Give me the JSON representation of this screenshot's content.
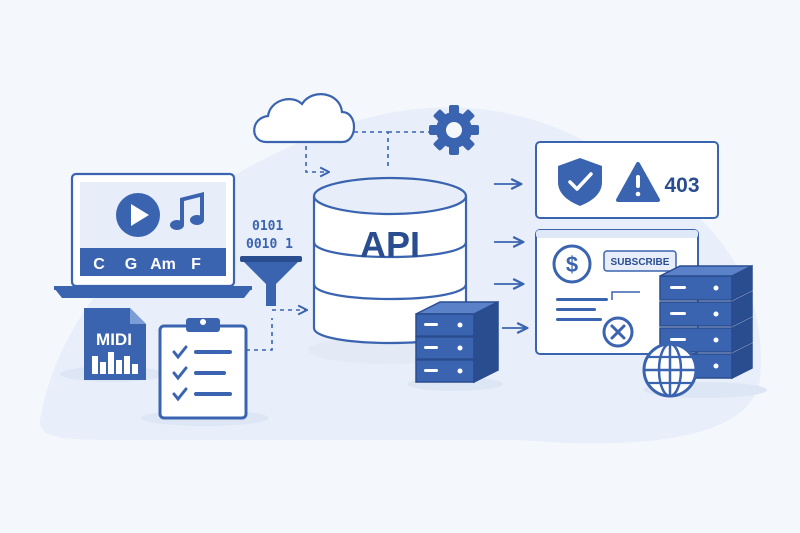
{
  "laptop": {
    "chords": [
      "C",
      "G",
      "Am",
      "F"
    ],
    "icons": [
      "play-icon",
      "music-note-icon"
    ]
  },
  "midi_file": {
    "label": "MIDI"
  },
  "binary": {
    "line1": "0101",
    "line2": "0010 1"
  },
  "database": {
    "label": "API"
  },
  "security_panel": {
    "error_code": "403",
    "icons": [
      "shield-check-icon",
      "warning-icon"
    ]
  },
  "billing_panel": {
    "subscribe_label": "SUBSCRIBE",
    "icons": [
      "dollar-icon",
      "close-icon"
    ]
  },
  "colors": {
    "primary": "#3a64b0",
    "dark": "#2a4d8f",
    "light": "#dfe8f6",
    "outline": "#5a7fc0",
    "background": "#f4f7fc"
  }
}
